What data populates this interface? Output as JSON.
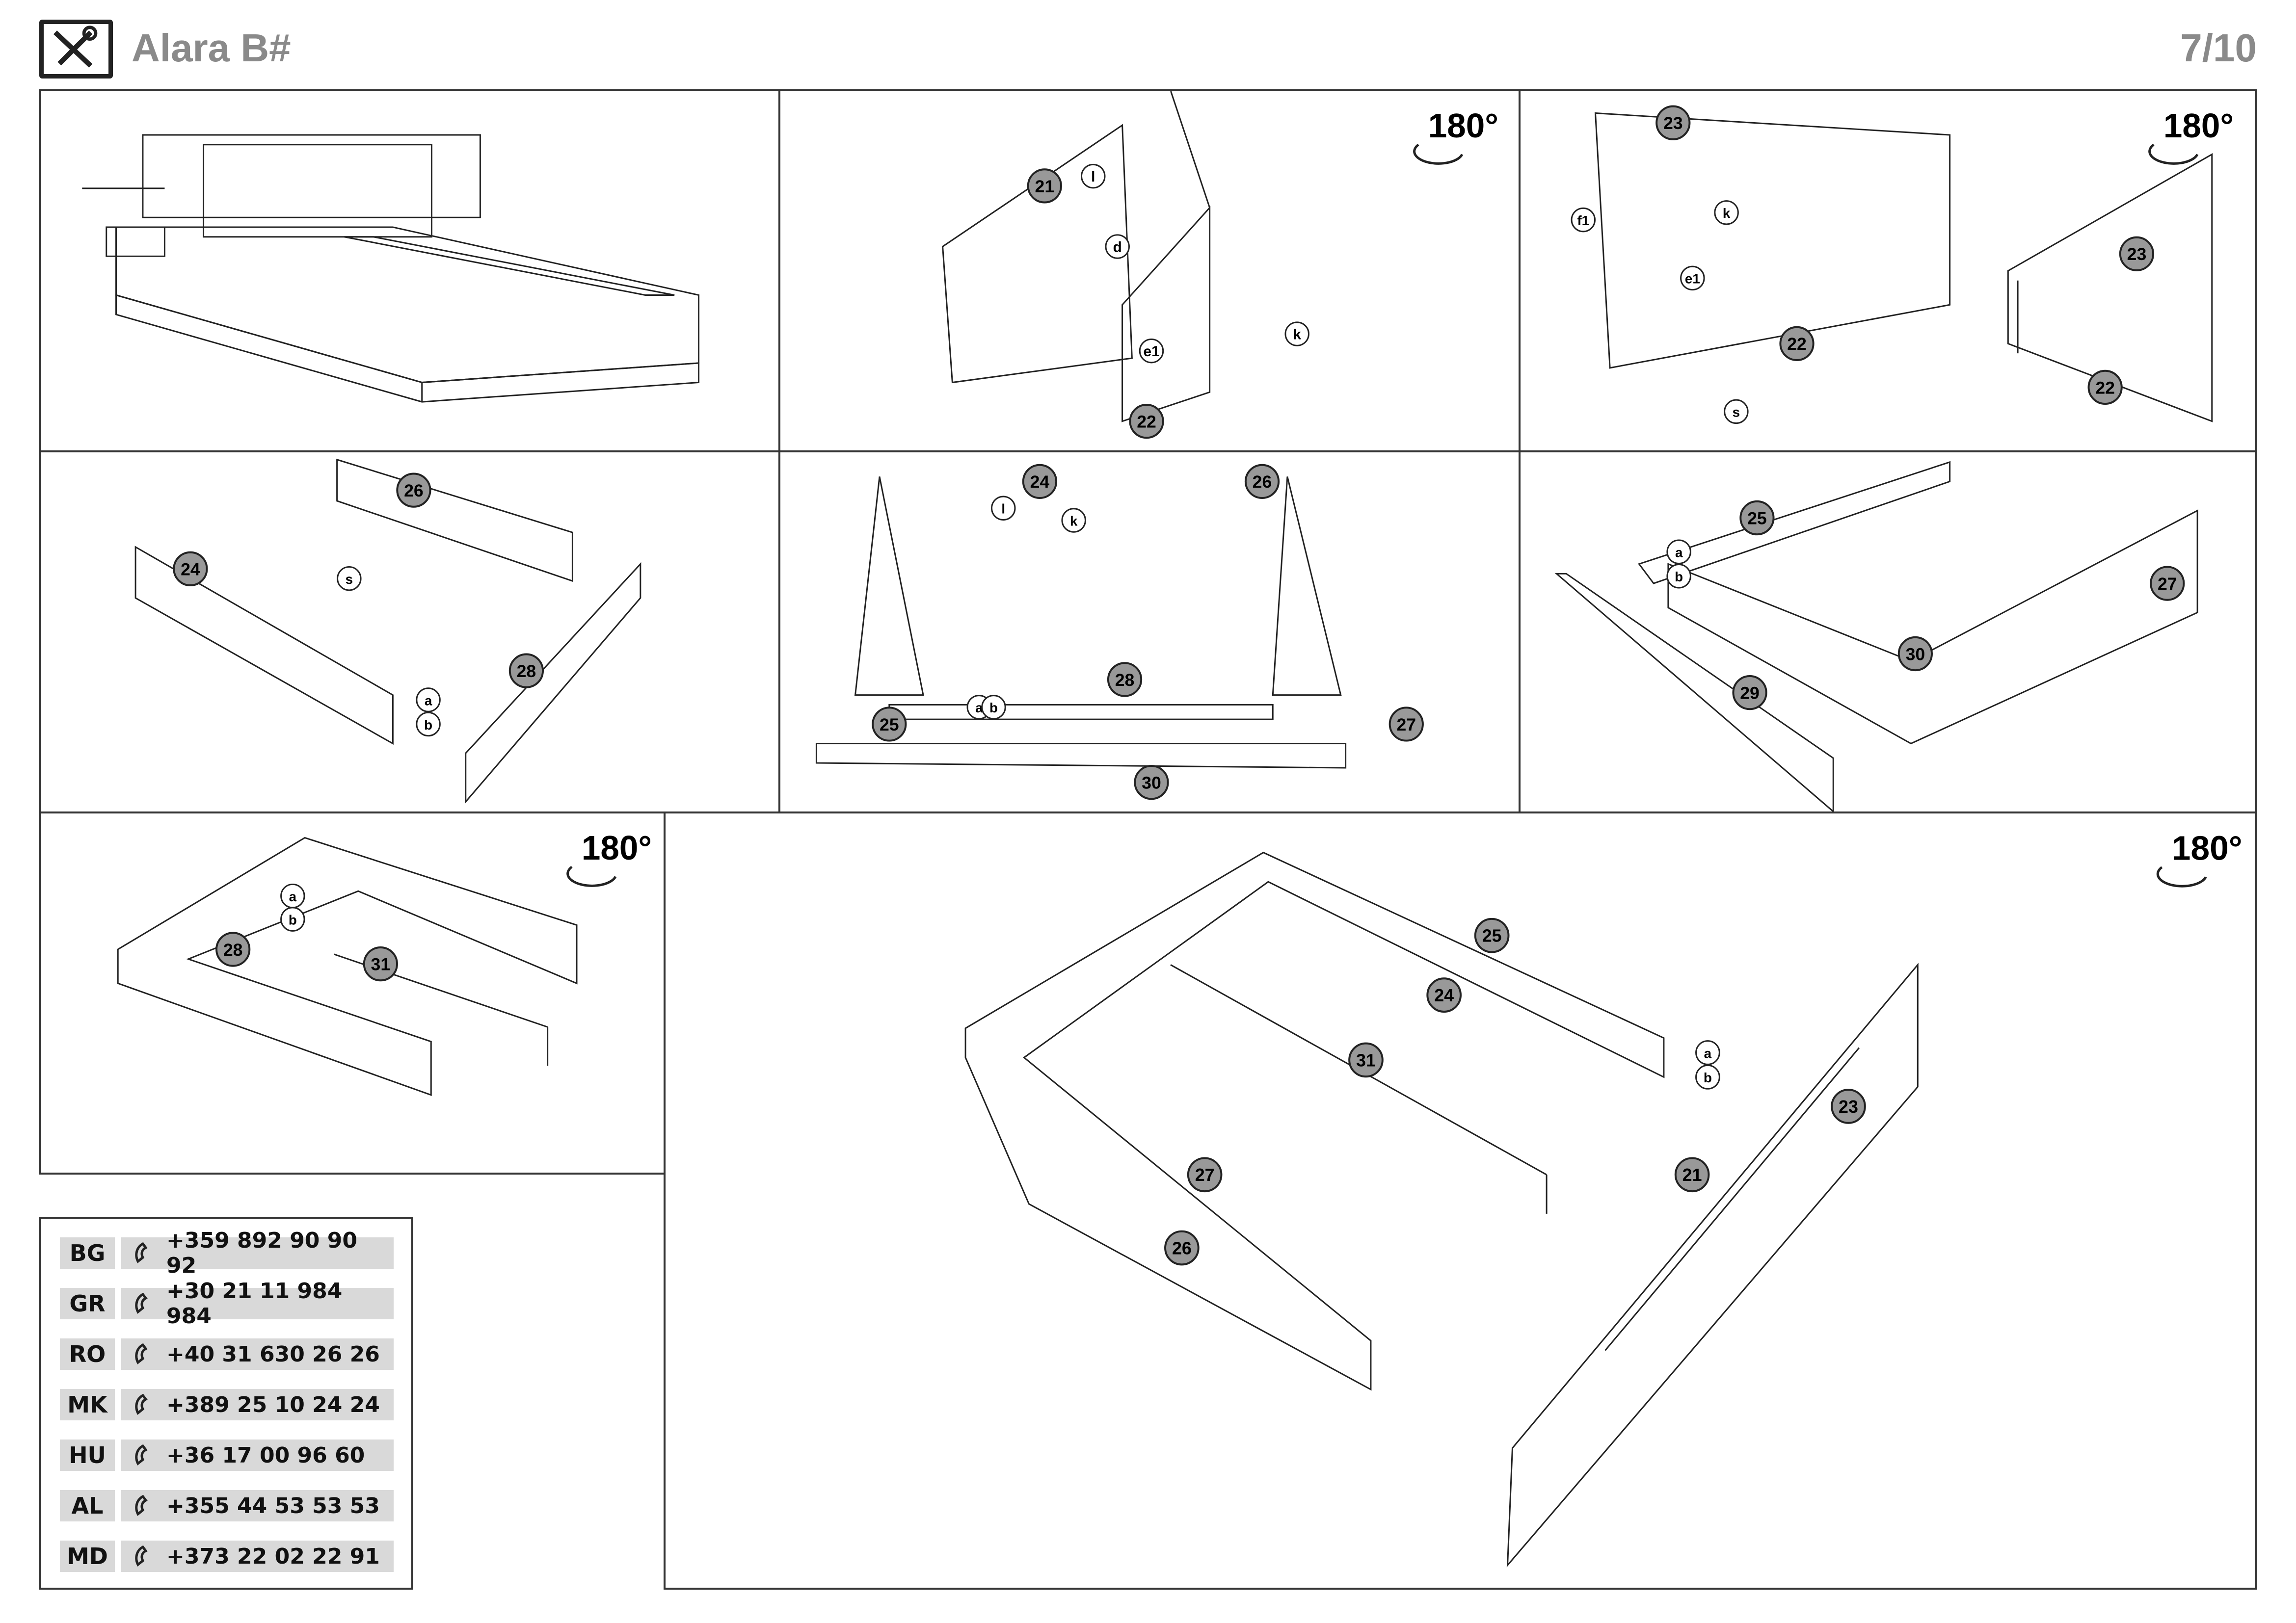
{
  "header": {
    "title": "Alara B#",
    "page": "7/10"
  },
  "rotation_label": "180°",
  "panels": {
    "p2": {
      "parts": [
        "21",
        "22"
      ],
      "hardware": [
        "l",
        "d",
        "e1",
        "k"
      ]
    },
    "p3": {
      "parts": [
        "23",
        "22",
        "23",
        "22"
      ],
      "hardware": [
        "f1",
        "k",
        "e1",
        "s"
      ]
    },
    "p4": {
      "parts": [
        "26",
        "24",
        "28"
      ],
      "hardware": [
        "s",
        "a",
        "b"
      ]
    },
    "p5": {
      "parts": [
        "24",
        "26",
        "28",
        "25",
        "27",
        "30"
      ],
      "hardware": [
        "l",
        "k",
        "a",
        "b"
      ]
    },
    "p6": {
      "parts": [
        "25",
        "27",
        "30",
        "29"
      ],
      "hardware": [
        "a",
        "b"
      ]
    },
    "p7": {
      "parts": [
        "28",
        "31"
      ],
      "hardware": [
        "a",
        "b"
      ]
    },
    "p8": {
      "parts": [
        "25",
        "24",
        "31",
        "21",
        "23",
        "27",
        "26"
      ],
      "hardware": [
        "a",
        "b"
      ]
    }
  },
  "contacts": [
    {
      "code": "BG",
      "phone": "+359 892 90 90 92"
    },
    {
      "code": "GR",
      "phone": "+30 21 11 984 984"
    },
    {
      "code": "RO",
      "phone": "+40 31 630 26 26"
    },
    {
      "code": "MK",
      "phone": "+389 25 10 24 24"
    },
    {
      "code": "HU",
      "phone": "+36 17 00 96 60"
    },
    {
      "code": "AL",
      "phone": "+355 44 53 53 53"
    },
    {
      "code": "MD",
      "phone": "+373 22 02 22 91"
    }
  ]
}
